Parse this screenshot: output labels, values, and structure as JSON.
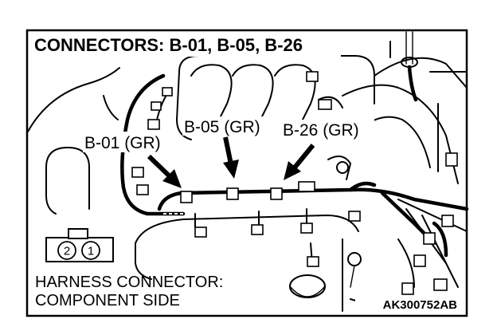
{
  "diagram": {
    "title": "CONNECTORS: B-01, B-05, B-26",
    "callouts": {
      "b01": "B-01 (GR)",
      "b05": "B-05 (GR)",
      "b26": "B-26 (GR)"
    },
    "connector_pins": [
      "2",
      "1"
    ],
    "footer_line1": "HARNESS CONNECTOR:",
    "footer_line2": "COMPONENT SIDE",
    "drawing_code": "AK300752AB"
  },
  "colors": {
    "line": "#000000",
    "background": "#ffffff"
  },
  "icons": [
    "connector-2pin-icon",
    "arrow-icon"
  ]
}
